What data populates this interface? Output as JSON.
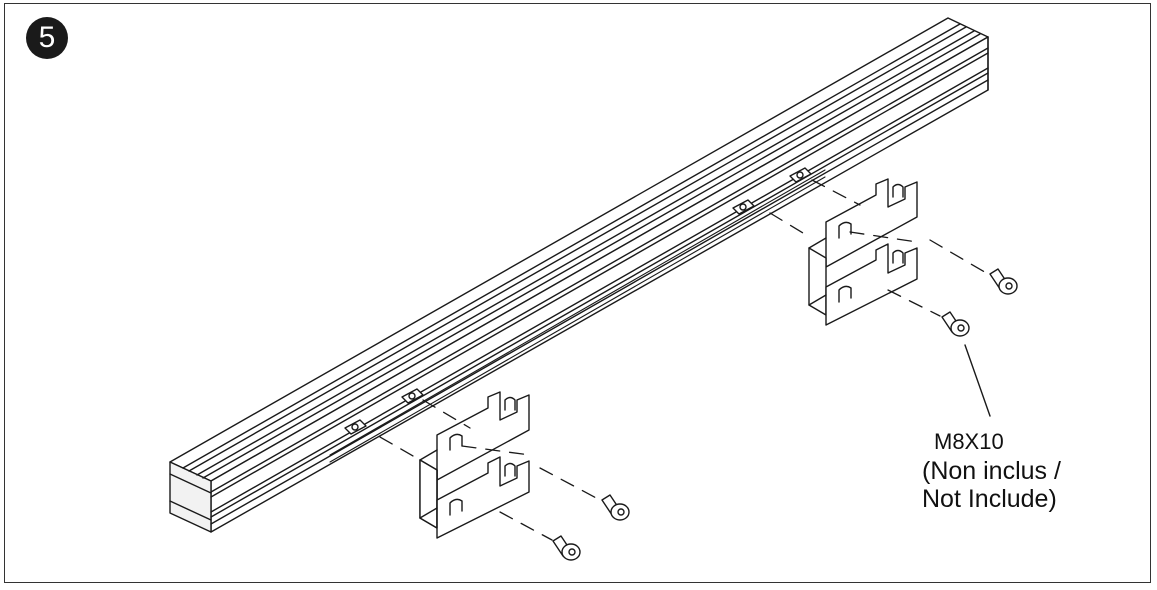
{
  "step": {
    "number": "5"
  },
  "callout": {
    "part": "M8X10",
    "note_line1": "(Non inclus /",
    "note_line2": "Not Include)"
  },
  "colors": {
    "line": "#1a1a1a",
    "fill": "#ffffff",
    "shade": "#e9e9e9",
    "badge": "#1a1a1a"
  }
}
